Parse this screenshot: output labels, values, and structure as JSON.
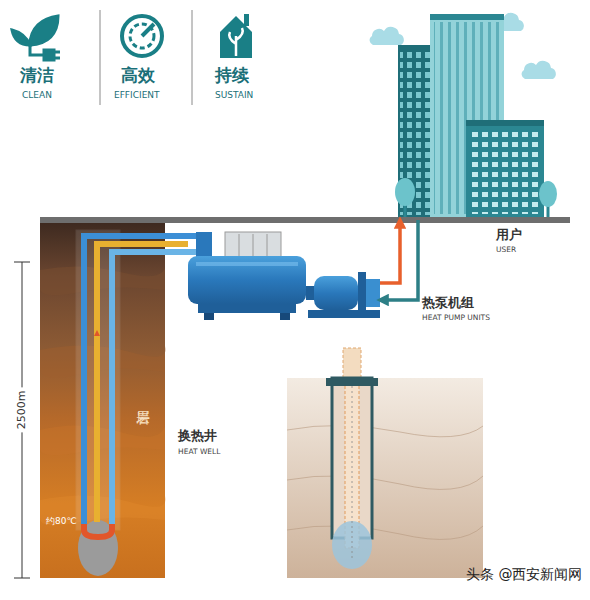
{
  "diagram": {
    "nodes": [
      {
        "text": [
          "换热井",
          "HEAT WELL"
        ]
      },
      {
        "text": [
          "热泵机组",
          "HEAT PUMP UNITS"
        ]
      },
      {
        "text": [
          "用户",
          "USER"
        ]
      }
    ],
    "edges": [
      {
        "from": 0,
        "to": 1,
        "arrow": "none"
      },
      {
        "from": 1,
        "to": 2,
        "arrow": "to"
      },
      {
        "from": 2,
        "to": 1,
        "arrow": "to"
      }
    ],
    "labels": [
      "清洁",
      "CLEAN",
      "高效",
      "EFFICIENT",
      "持续",
      "SUSTAIN",
      "2500m",
      "岩层",
      "约80℃",
      "头条 @西安新闻网"
    ]
  }
}
